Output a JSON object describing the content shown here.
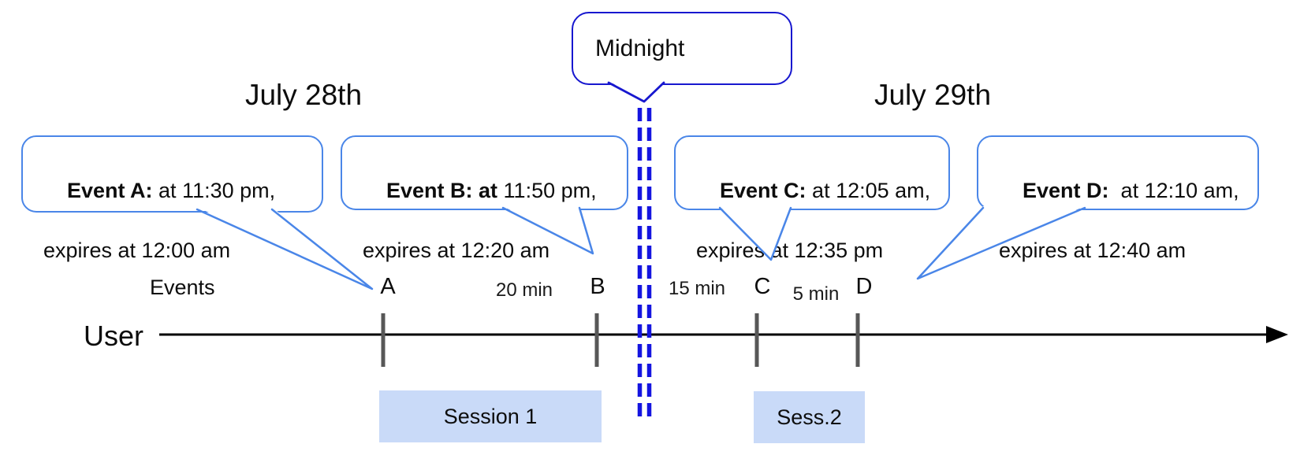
{
  "titles": {
    "left_day": "July 28th",
    "right_day": "July 29th"
  },
  "midnight": {
    "label": "Midnight"
  },
  "callouts": [
    {
      "id": "A",
      "bold": "Event A:",
      "rest": " at 11:30 pm,",
      "line2": "expires at 12:00 am"
    },
    {
      "id": "B",
      "bold": "Event B: at",
      "rest": " 11:50 pm,",
      "line2": "expires at 12:20 am"
    },
    {
      "id": "C",
      "bold": "Event C:",
      "rest": " at 12:05 am,",
      "line2": "expires at 12:35 pm"
    },
    {
      "id": "D",
      "bold": "Event D:",
      "rest": "  at 12:10 am,",
      "line2": "expires at 12:40 am"
    }
  ],
  "timeline": {
    "events_label": "Events",
    "user_label": "User",
    "markers": [
      {
        "label": "A"
      },
      {
        "label": "B"
      },
      {
        "label": "C"
      },
      {
        "label": "D"
      }
    ],
    "gaps": [
      {
        "label": "20 min"
      },
      {
        "label": "15 min"
      },
      {
        "label": "5 min"
      }
    ]
  },
  "sessions": [
    {
      "label": "Session 1"
    },
    {
      "label": "Sess.2"
    }
  ],
  "colors": {
    "callout_border": "#4a86e8",
    "midnight_border": "#1717cf",
    "dashed_line": "#1515e0",
    "session_fill": "#c9daf8",
    "tick": "#575757",
    "timeline": "#000000"
  }
}
